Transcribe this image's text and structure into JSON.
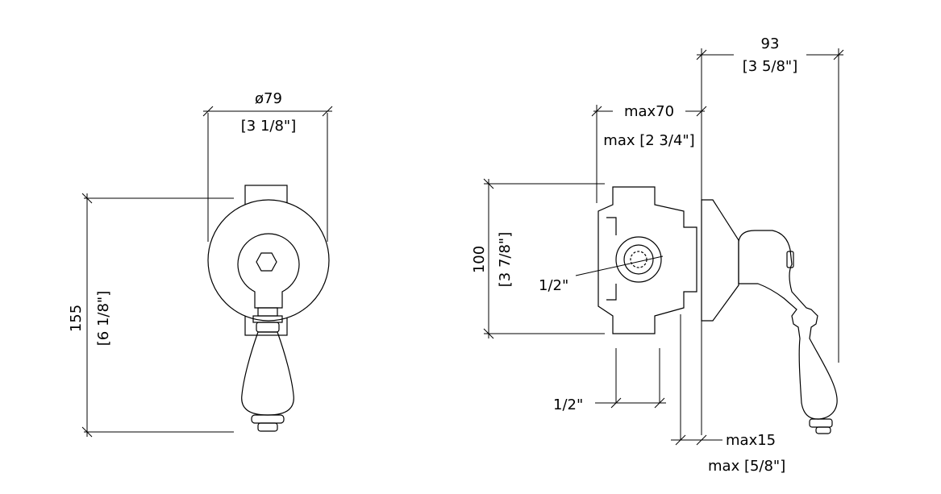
{
  "front_view": {
    "diameter": "ø79",
    "diameter_in": "[3 1/8\"]",
    "height": "155",
    "height_in": "[6 1/8\"]"
  },
  "side_view": {
    "depth": "93",
    "depth_in": "[3 5/8\"]",
    "max_body": "max70",
    "max_body_in": "max [2 3/4\"]",
    "body_height": "100",
    "body_height_in": "[3 7/8\"]",
    "inlet": "1/2\"",
    "outlet": "1/2\"",
    "max_cover": "max15",
    "max_cover_in": "max [5/8\"]"
  }
}
